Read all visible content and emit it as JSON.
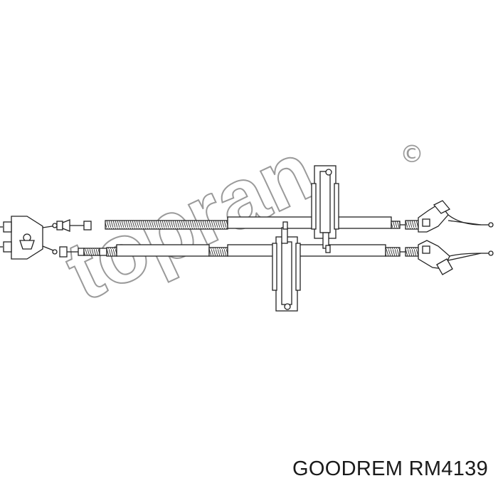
{
  "watermark": {
    "text": "topran",
    "copyright_symbol": "©",
    "color": "#9a9a9a"
  },
  "caption": {
    "brand": "GOODREM",
    "part_number": "RM4139"
  },
  "colors": {
    "line": "#222222",
    "spring": "#555555"
  },
  "icons": [
    "parking-brake-cable-drawing"
  ]
}
